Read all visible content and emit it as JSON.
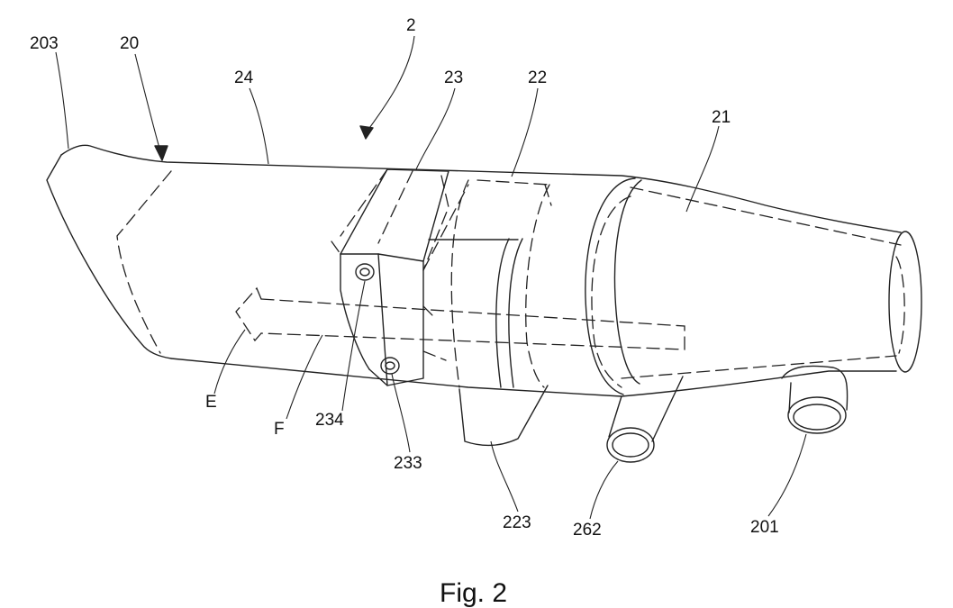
{
  "figure": {
    "caption": "Fig. 2",
    "labels": {
      "l203": "203",
      "l20": "20",
      "l24": "24",
      "l2": "2",
      "l23": "23",
      "l22": "22",
      "l21": "21",
      "l234": "234",
      "l233": "233",
      "lE": "E",
      "lF": "F",
      "l223": "223",
      "l262": "262",
      "l201": "201"
    }
  }
}
